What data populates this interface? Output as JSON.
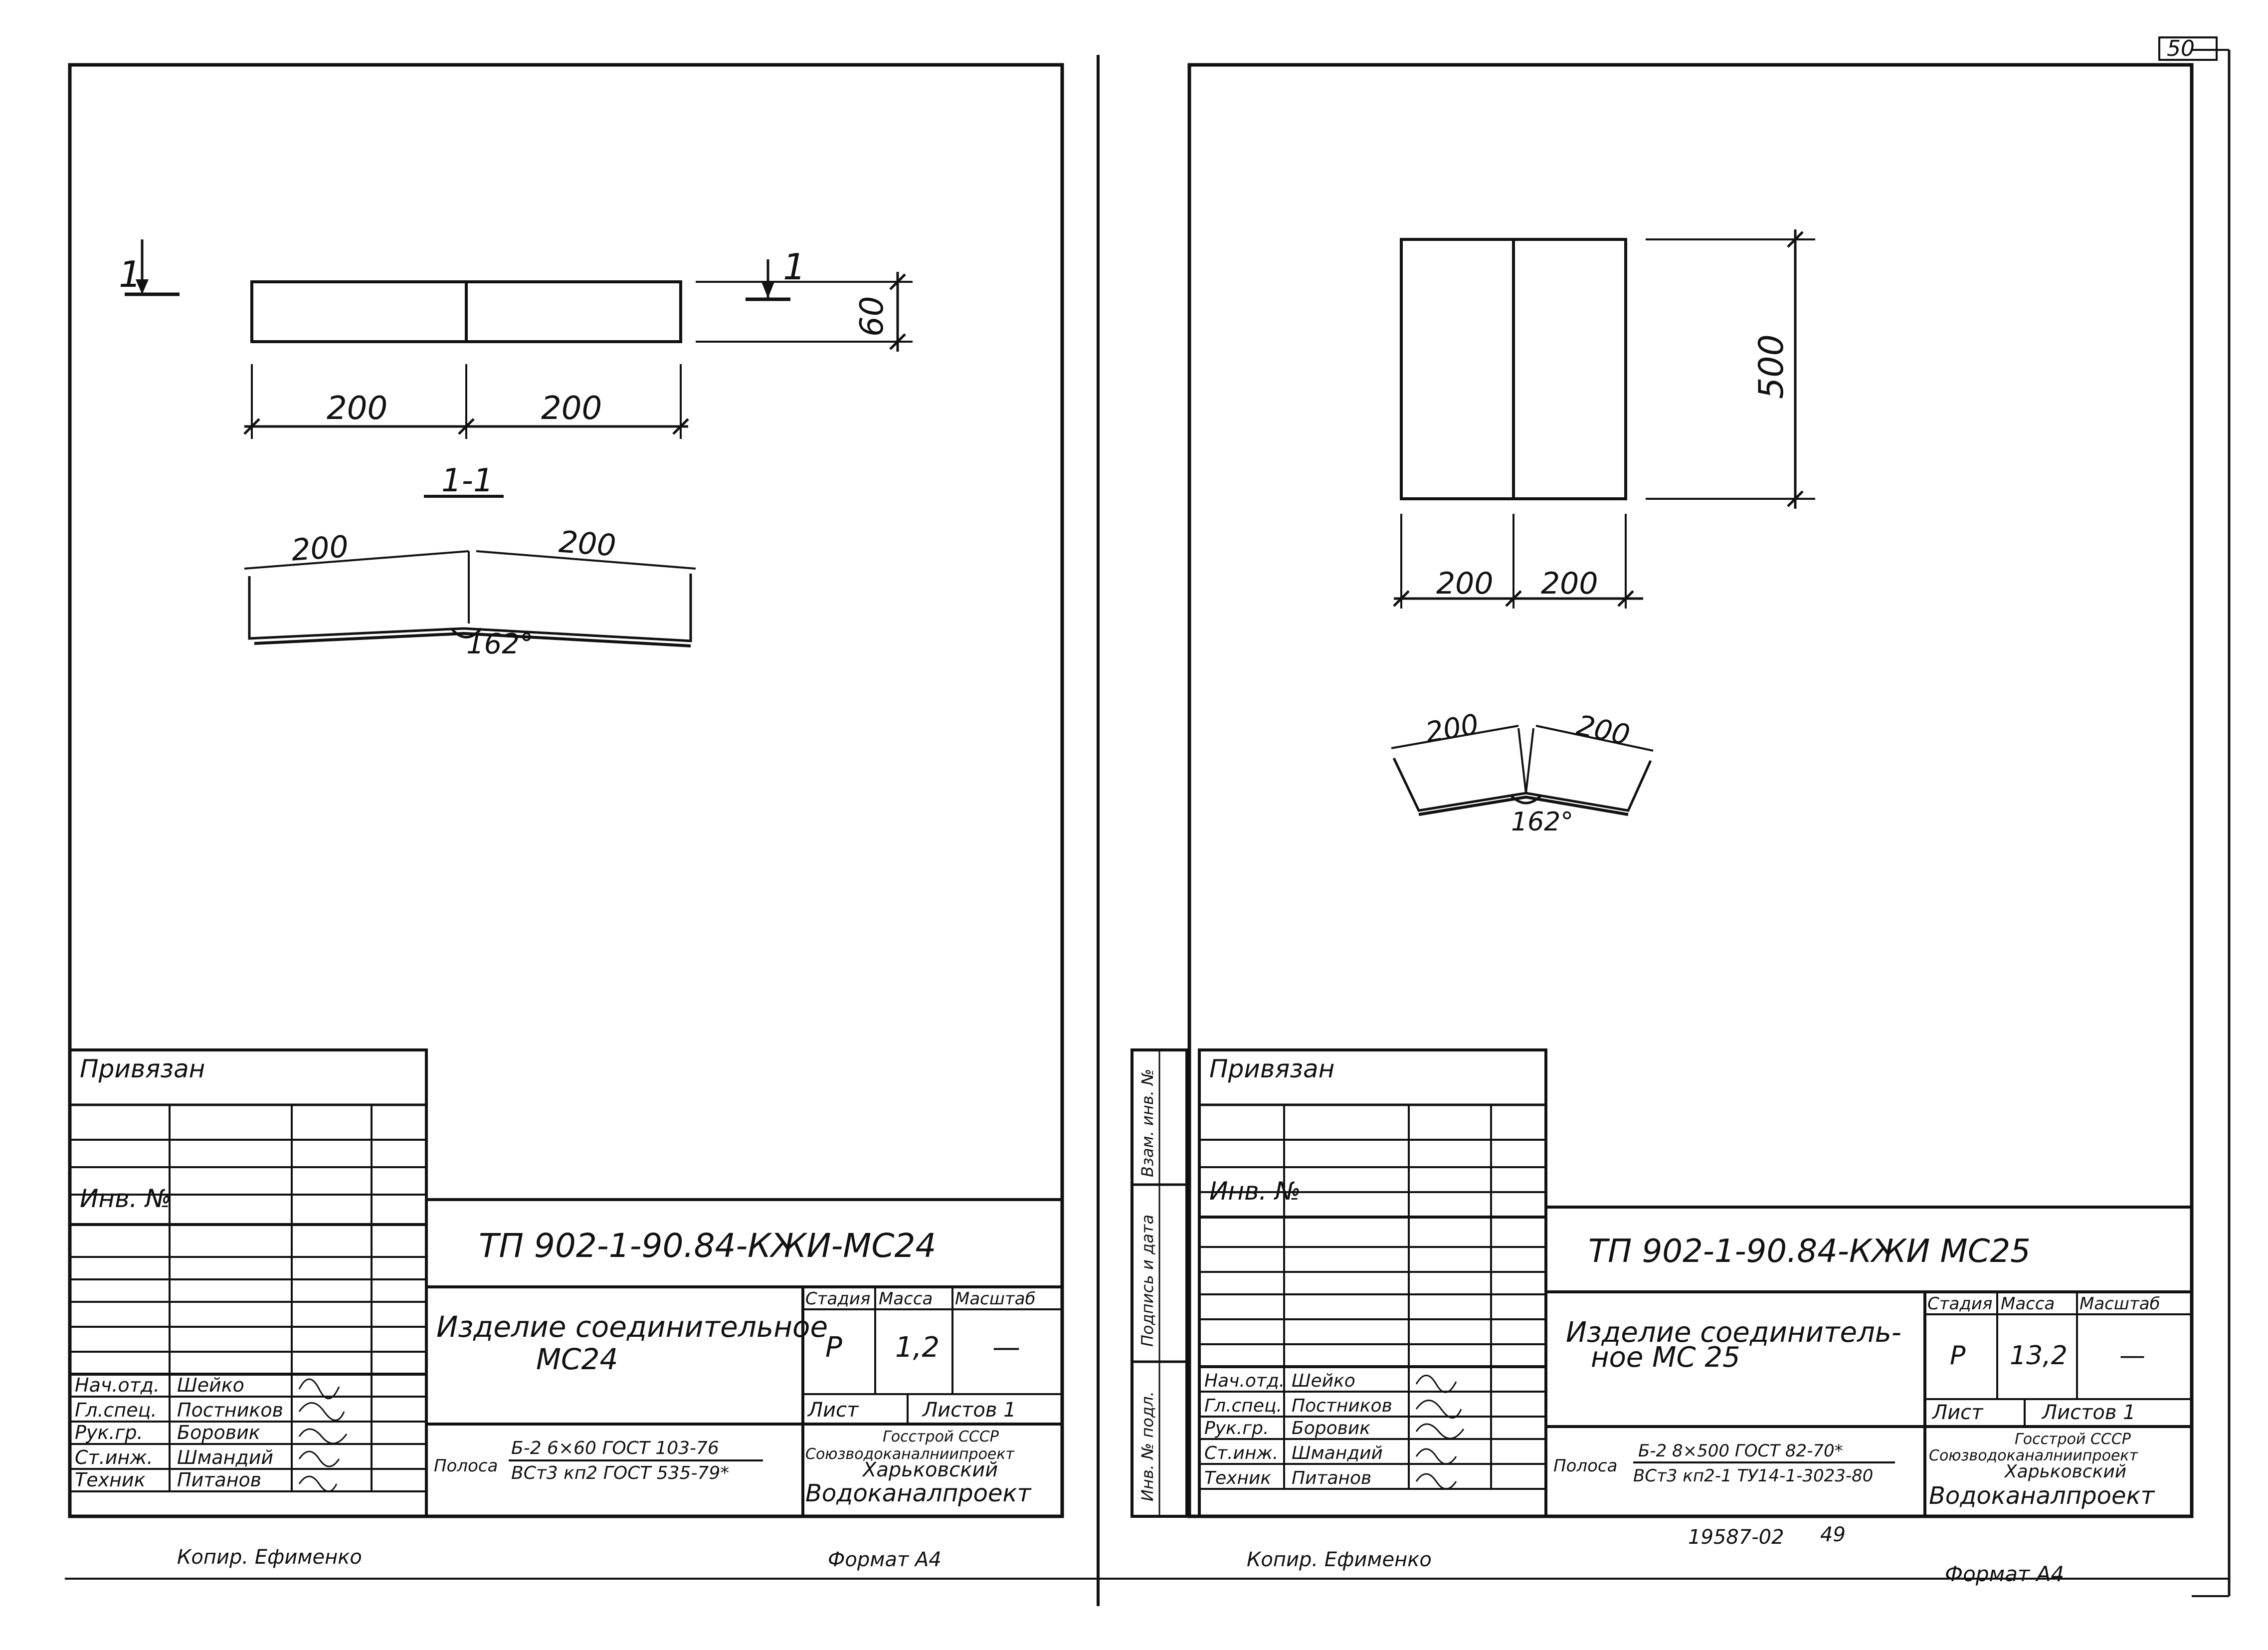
{
  "sheet_number": "50",
  "archive_number": "19587-02",
  "archive_page": "49",
  "left_sheet": {
    "section_mark": "1",
    "section_title": "1-1",
    "dim_height": "60",
    "dim_left": "200",
    "dim_right": "200",
    "bent_dim_left": "200",
    "bent_dim_right": "200",
    "angle": "162°",
    "bound_label": "Привязан",
    "inv_label": "Инв. №",
    "code": "ТП 902-1-90.84-КЖИ-МС24",
    "title_line1": "Изделие соединительное",
    "title_line2": "МС24",
    "stage_header": "Стадия",
    "mass_header": "Масса",
    "scale_header": "Масштаб",
    "stage": "Р",
    "mass": "1,2",
    "scale": "—",
    "sheet_label": "Лист",
    "sheets_label": "Листов 1",
    "org_line1": "Госстрой СССР",
    "org_line2": "Союзводоканалниипроект",
    "org_line3": "Харьковский",
    "org_line4": "Водоканалпроект",
    "material_prefix": "Полоса",
    "material_top": "Б-2 6×60 ГОСТ 103-76",
    "material_bottom": "ВСт3 кп2 ГОСТ 535-79*",
    "staff": [
      {
        "role": "Нач.отд.",
        "name": "Шейко"
      },
      {
        "role": "Гл.спец.",
        "name": "Постников"
      },
      {
        "role": "Рук.гр.",
        "name": "Боровик"
      },
      {
        "role": "Ст.инж.",
        "name": "Шмандий"
      },
      {
        "role": "Техник",
        "name": "Питанов"
      }
    ],
    "copied_by": "Копир. Ефименко",
    "format": "Формат А4"
  },
  "right_sheet": {
    "dim_height": "500",
    "dim_left": "200",
    "dim_right": "200",
    "bent_dim_left": "200",
    "bent_dim_right": "200",
    "angle": "162°",
    "side_stamp_1": "Взам. инв. №",
    "side_stamp_2": "Подпись и дата",
    "side_stamp_3": "Инв. № подл.",
    "bound_label": "Привязан",
    "inv_label": "Инв. №",
    "code": "ТП 902-1-90.84-КЖИ МС25",
    "title_line1": "Изделие соединитель-",
    "title_line2": "ное МС 25",
    "stage_header": "Стадия",
    "mass_header": "Масса",
    "scale_header": "Масштаб",
    "stage": "Р",
    "mass": "13,2",
    "scale": "—",
    "sheet_label": "Лист",
    "sheets_label": "Листов 1",
    "org_line1": "Госстрой СССР",
    "org_line2": "Союзводоканалниипроект",
    "org_line3": "Харьковский",
    "org_line4": "Водоканалпроект",
    "material_prefix": "Полоса",
    "material_top": "Б-2 8×500 ГОСТ 82-70*",
    "material_bottom": "ВСт3 кп2-1 ТУ14-1-3023-80",
    "staff": [
      {
        "role": "Нач.отд.",
        "name": "Шейко"
      },
      {
        "role": "Гл.спец.",
        "name": "Постников"
      },
      {
        "role": "Рук.гр.",
        "name": "Боровик"
      },
      {
        "role": "Ст.инж.",
        "name": "Шмандий"
      },
      {
        "role": "Техник",
        "name": "Питанов"
      }
    ],
    "copied_by": "Копир. Ефименко",
    "format": "Формат А4"
  }
}
